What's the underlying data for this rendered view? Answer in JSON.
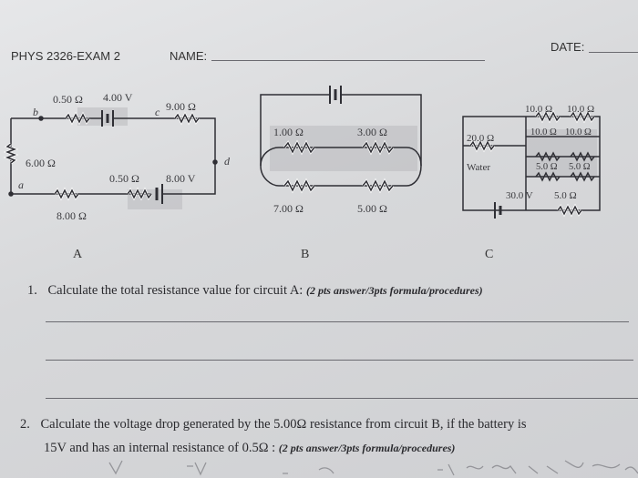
{
  "header": {
    "course": "PHYS 2326-EXAM 2",
    "name_label": "NAME:",
    "date_label": "DATE:"
  },
  "circuitA": {
    "r_top_left": "0.50 Ω",
    "v_top": "4.00 V",
    "r_top_right": "9.00 Ω",
    "r_left": "6.00 Ω",
    "r_bottom_mid": "0.50 Ω",
    "v_bottom": "8.00 V",
    "r_bottom_left": "8.00 Ω",
    "node_b": "b",
    "node_c": "c",
    "node_d": "d",
    "node_a": "a",
    "letter": "A"
  },
  "circuitB": {
    "r1": "1.00 Ω",
    "r2": "3.00 Ω",
    "r3": "7.00 Ω",
    "r4": "5.00 Ω",
    "letter": "B"
  },
  "circuitC": {
    "r_top1": "10.0 Ω",
    "r_top2": "10.0 Ω",
    "r_left": "20.0 Ω",
    "water": "Water",
    "r_mid1": "10.0 Ω",
    "r_mid2": "10.0 Ω",
    "r_low1": "5.0 Ω",
    "r_low2": "5.0 Ω",
    "v": "30.0 V",
    "r_bottom": "5.0 Ω",
    "letter": "C"
  },
  "questions": [
    {
      "number": "1.",
      "text": "Calculate the total resistance value for circuit A:",
      "points": "(2 pts answer/3pts formula/procedures)"
    },
    {
      "number": "2.",
      "text_line1": "Calculate the voltage drop generated by the 5.00Ω resistance from circuit B, if the battery is",
      "text_line2": "15V and has an internal resistance of 0.5Ω :",
      "points": "(2 pts answer/3pts formula/procedures)"
    }
  ]
}
